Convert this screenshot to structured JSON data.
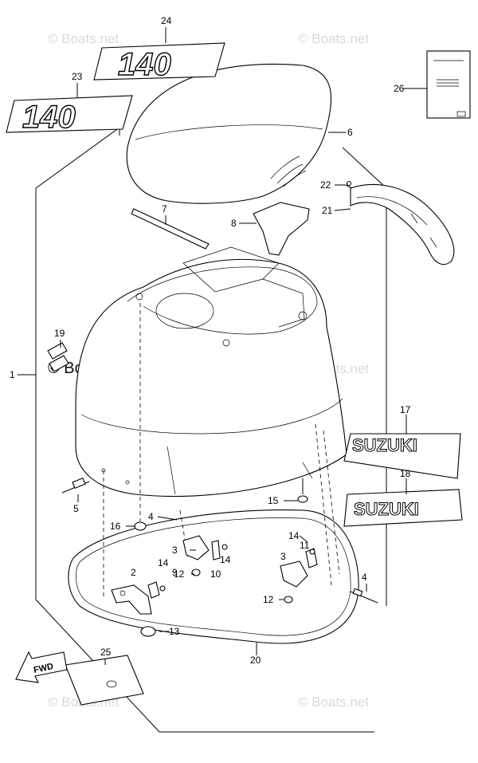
{
  "watermarks": {
    "top_left": "© Boats.net",
    "top_right": "© Boats.net",
    "mid_left": "© Boats.net",
    "mid_right": "© Boats.net",
    "bottom_left": "© Boats.net",
    "bottom_right": "© Boats.net"
  },
  "decals": {
    "model_upper": "140",
    "model_lower": "140",
    "brand_upper": "SUZUKI",
    "brand_lower": "SUZUKI",
    "fwd_arrow": "FWD"
  },
  "callouts": {
    "c1": "1",
    "c2": "2",
    "c3a": "3",
    "c3b": "3",
    "c4a": "4",
    "c4b": "4",
    "c5": "5",
    "c6": "6",
    "c7": "7",
    "c8": "8",
    "c9": "9",
    "c10": "10",
    "c11": "11",
    "c12a": "12",
    "c12b": "12",
    "c13": "13",
    "c14a": "14",
    "c14b": "14",
    "c14c": "14",
    "c15": "15",
    "c16": "16",
    "c17": "17",
    "c18": "18",
    "c19": "19",
    "c20": "20",
    "c21": "21",
    "c22": "22",
    "c23": "23",
    "c24": "24",
    "c25": "25",
    "c26": "26"
  }
}
